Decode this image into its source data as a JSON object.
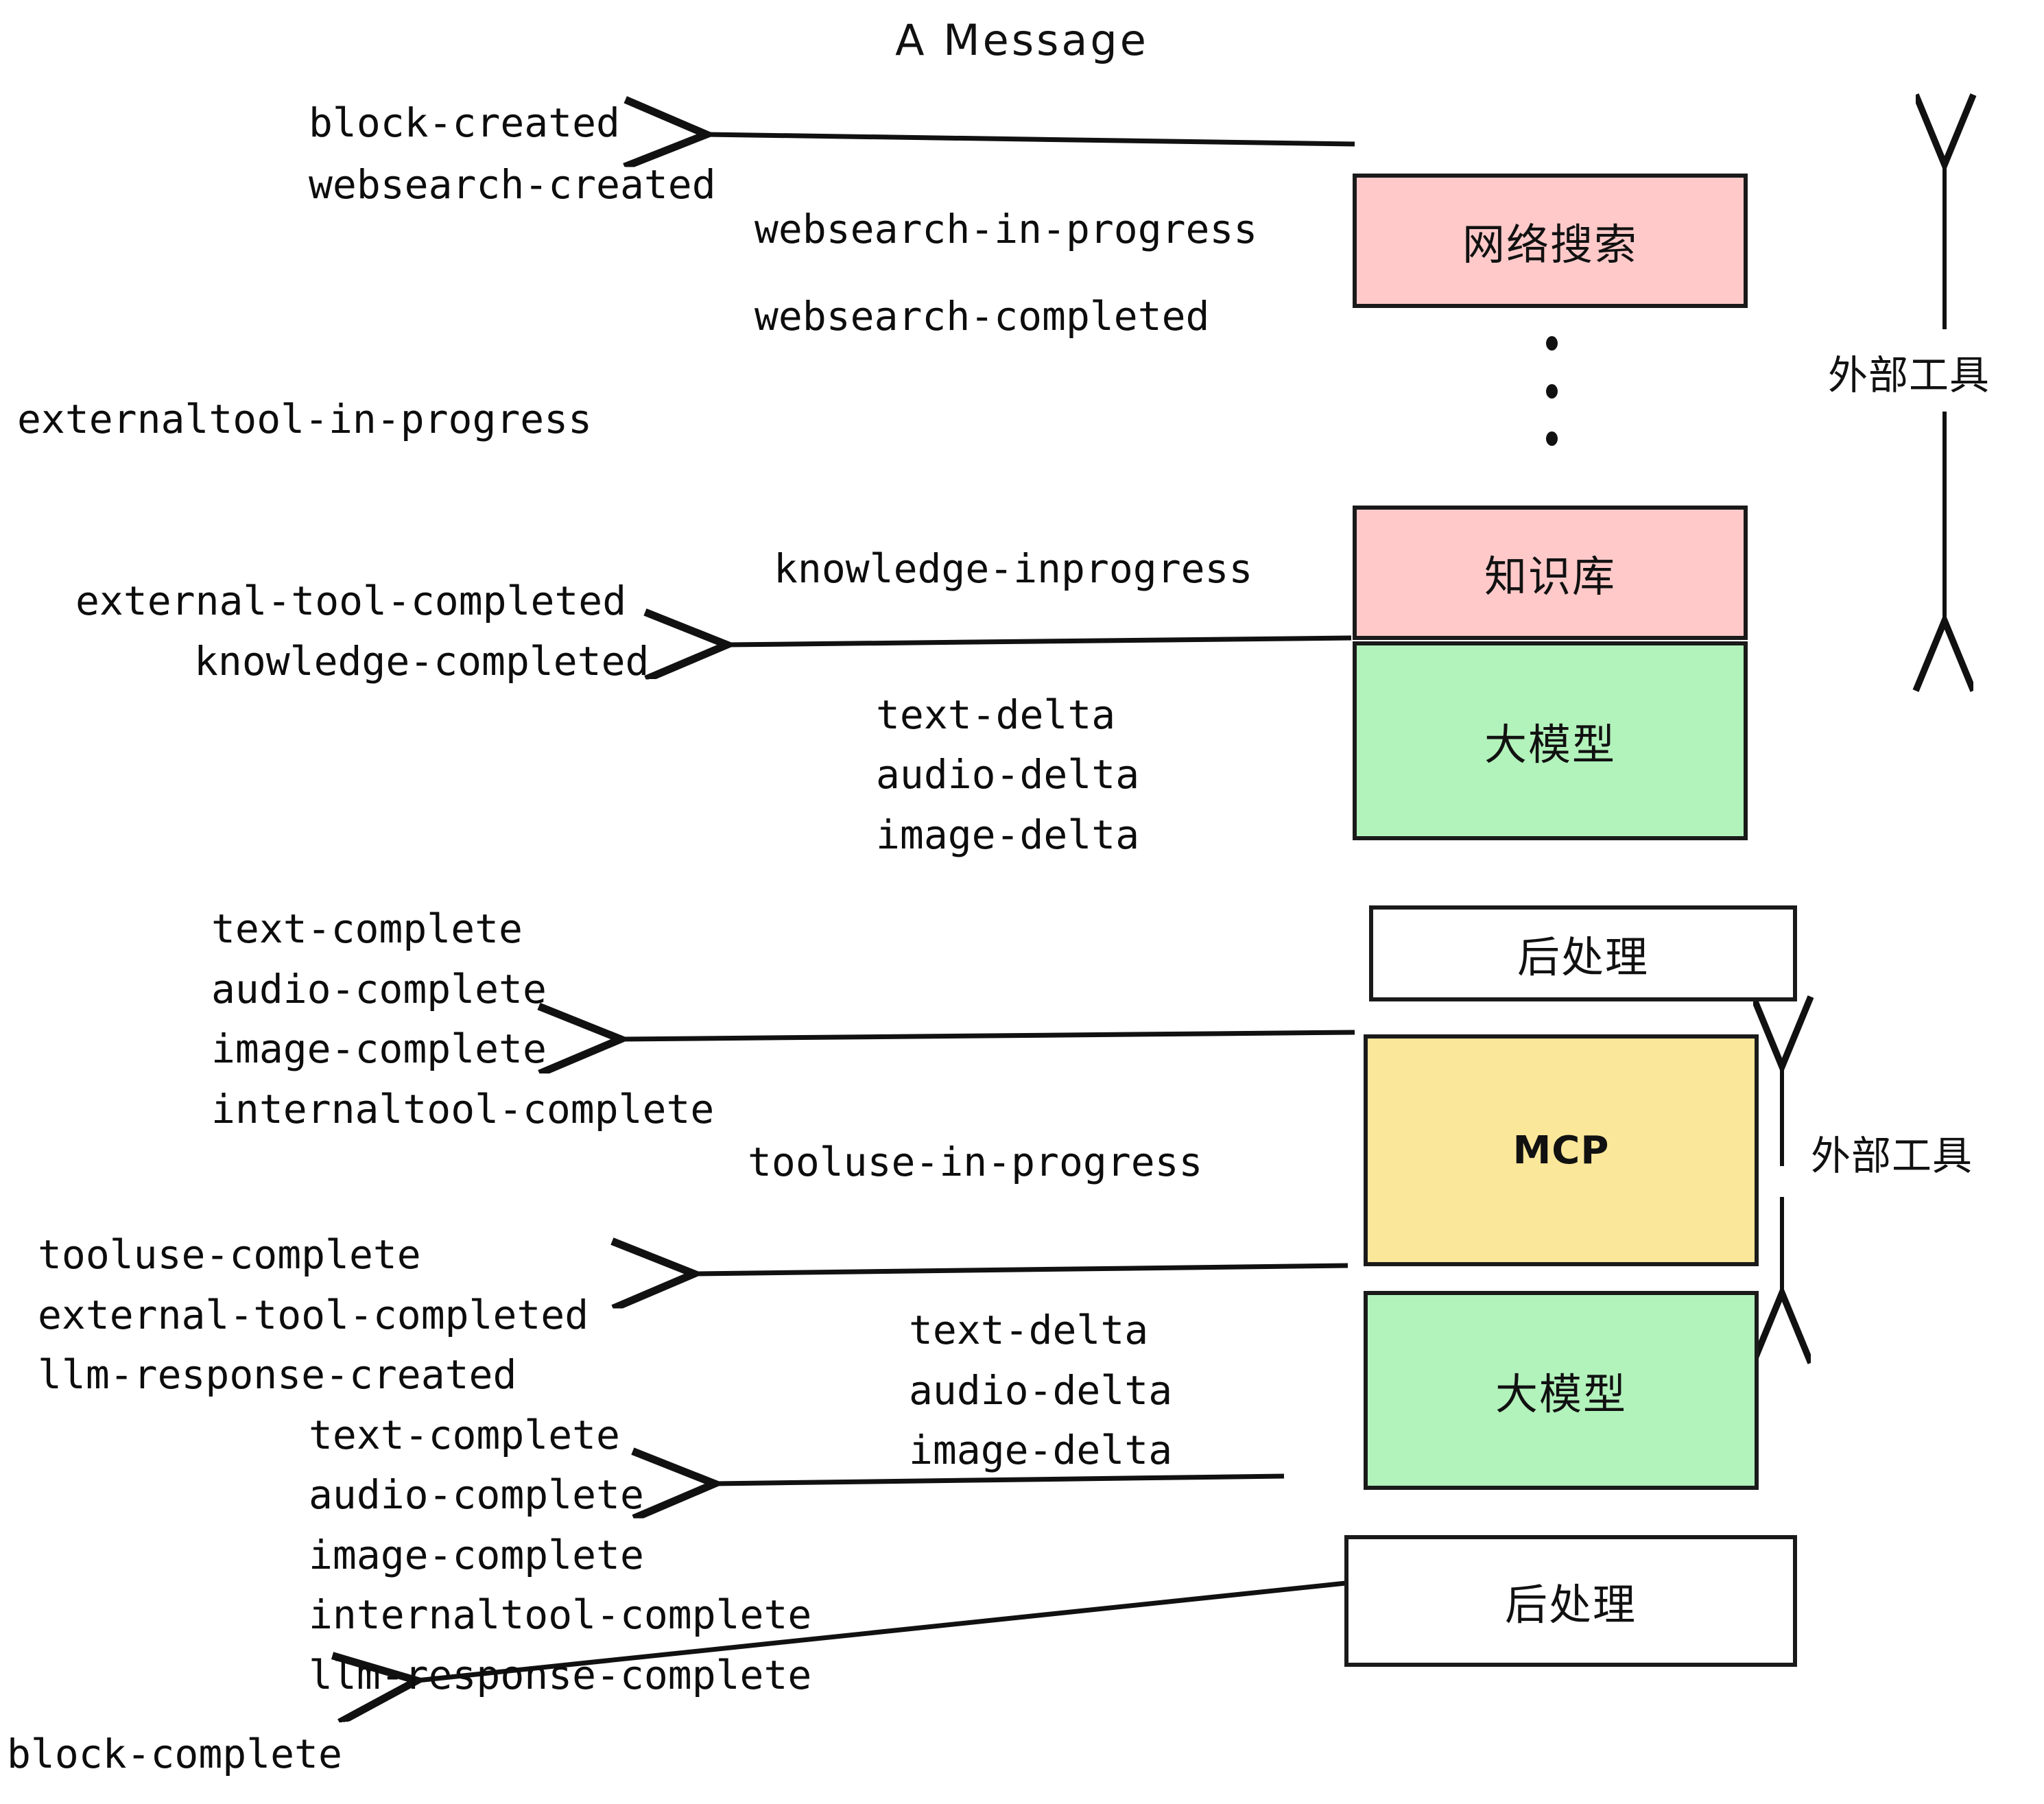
{
  "title": "A Message",
  "boxes": [
    {
      "label": "网络搜索",
      "color": "#ffc9c9",
      "kind": "external-tool"
    },
    {
      "label": "知识库",
      "color": "#ffc9c9",
      "kind": "external-tool"
    },
    {
      "label": "大模型",
      "color": "#b2f2bb",
      "kind": "llm"
    },
    {
      "label": "后处理",
      "color": "#ffffff",
      "kind": "post-process"
    },
    {
      "label": "MCP",
      "color": "#fbe79a",
      "kind": "mcp"
    },
    {
      "label": "大模型",
      "color": "#b2f2bb",
      "kind": "llm"
    },
    {
      "label": "后处理",
      "color": "#ffffff",
      "kind": "post-process"
    }
  ],
  "side_labels": [
    {
      "text": "外部工具"
    },
    {
      "text": "外部工具"
    }
  ],
  "events": {
    "block_created": "block-created",
    "websearch_created": "websearch-created",
    "websearch_in_progress": "websearch-in-progress",
    "websearch_completed": "websearch-completed",
    "externaltool_in_progress": "externaltool-in-progress",
    "knowledge_inprogress": "knowledge-inprogress",
    "external_tool_completed_1": "external-tool-completed",
    "knowledge_completed": "knowledge-completed",
    "text_delta_1": "text-delta",
    "audio_delta_1": "audio-delta",
    "image_delta_1": "image-delta",
    "text_complete_1": "text-complete",
    "audio_complete_1": "audio-complete",
    "image_complete_1": "image-complete",
    "internaltool_complete_1": "internaltool-complete",
    "tooluse_in_progress": "tooluse-in-progress",
    "tooluse_complete": "tooluse-complete",
    "external_tool_completed_2": "external-tool-completed",
    "llm_response_created": "llm-response-created",
    "text_delta_2": "text-delta",
    "audio_delta_2": "audio-delta",
    "image_delta_2": "image-delta",
    "text_complete_2": "text-complete",
    "audio_complete_2": "audio-complete",
    "image_complete_2": "image-complete",
    "internaltool_complete_2": "internaltool-complete",
    "llm_response_complete": "llm-response-complete",
    "block_complete": "block-complete"
  },
  "colors": {
    "external_tool_box": "#ffc9c9",
    "llm_box": "#b2f2bb",
    "mcp_box": "#fbe79a",
    "post_process_box": "#ffffff",
    "stroke": "#1a1a1a",
    "background": "#ffffff"
  }
}
